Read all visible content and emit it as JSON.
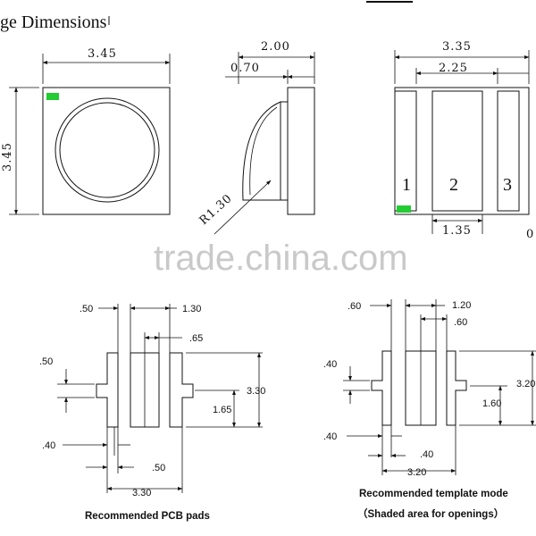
{
  "title": "ge Dimensions",
  "top_view": {
    "width": "3.45",
    "height": "3.45"
  },
  "side_view": {
    "total": "2.00",
    "lens": "0.70",
    "radius": "R1.30"
  },
  "bottom_view": {
    "width": "3.35",
    "inner": "2.25",
    "pad_gap": "1.35",
    "cut_right": "0",
    "pins": [
      "1",
      "2",
      "3"
    ]
  },
  "pcb_pads": {
    "dims": {
      "a": ".50",
      "b": "1.30",
      "c": ".65",
      "d": ".50",
      "e": "3.30",
      "f": "1.65",
      "g": ".40",
      "h": ".50",
      "i": "3.30"
    },
    "caption": "Recommended PCB pads"
  },
  "template": {
    "dims": {
      "a": ".60",
      "b": "1.20",
      "c": ".60",
      "d": ".40",
      "e": "3.20",
      "f": "1.60",
      "g": ".40",
      "h": ".40",
      "i": "3.20"
    },
    "caption": "Recommended template mode",
    "subcaption": "（Shaded area for openings）"
  },
  "watermark": "trade.china.com",
  "colors": {
    "marker": "#22cc33",
    "line": "#111111",
    "watermark": "#c9c9c9"
  }
}
